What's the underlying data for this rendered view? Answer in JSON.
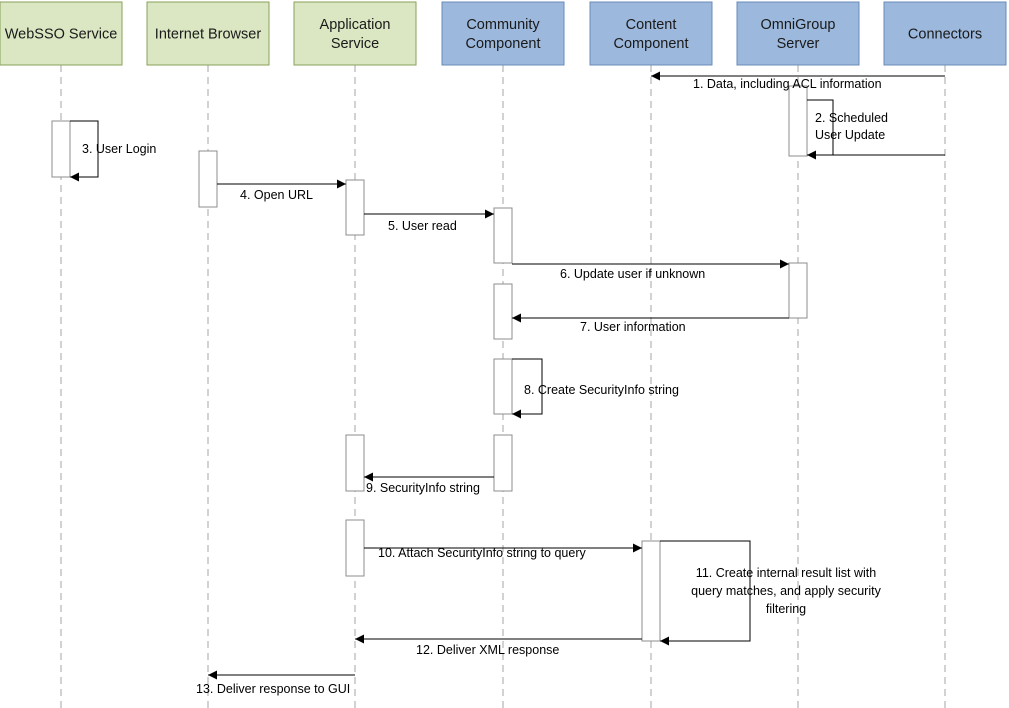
{
  "colors": {
    "green_fill": "#dbe7c2",
    "green_stroke": "#8aa05a",
    "blue_fill": "#9cb8dc",
    "blue_stroke": "#6a8bb8"
  },
  "actors": [
    {
      "id": "websso",
      "lines": [
        "WebSSO Service"
      ],
      "style": "green"
    },
    {
      "id": "browser",
      "lines": [
        "Internet Browser"
      ],
      "style": "green"
    },
    {
      "id": "appsvc",
      "lines": [
        "Application",
        "Service"
      ],
      "style": "green"
    },
    {
      "id": "community",
      "lines": [
        "Community",
        "Component"
      ],
      "style": "blue"
    },
    {
      "id": "content",
      "lines": [
        "Content",
        "Component"
      ],
      "style": "blue"
    },
    {
      "id": "omni",
      "lines": [
        "OmniGroup",
        "Server"
      ],
      "style": "blue"
    },
    {
      "id": "connectors",
      "lines": [
        "Connectors"
      ],
      "style": "blue"
    }
  ],
  "messages": [
    {
      "n": 1,
      "lines": [
        "1. Data, including ACL information"
      ]
    },
    {
      "n": 2,
      "lines": [
        "2. Scheduled",
        "User Update"
      ]
    },
    {
      "n": 3,
      "lines": [
        "3. User Login"
      ]
    },
    {
      "n": 4,
      "lines": [
        "4. Open URL"
      ]
    },
    {
      "n": 5,
      "lines": [
        "5. User read"
      ]
    },
    {
      "n": 6,
      "lines": [
        "6. Update user if unknown"
      ]
    },
    {
      "n": 7,
      "lines": [
        "7. User information"
      ]
    },
    {
      "n": 8,
      "lines": [
        "8. Create SecurityInfo string"
      ]
    },
    {
      "n": 9,
      "lines": [
        "9. SecurityInfo string"
      ]
    },
    {
      "n": 10,
      "lines": [
        "10. Attach SecurityInfo string to query"
      ]
    },
    {
      "n": 11,
      "lines": [
        "11. Create internal result list with",
        "query matches, and apply security",
        "filtering"
      ]
    },
    {
      "n": 12,
      "lines": [
        "12. Deliver XML response"
      ]
    },
    {
      "n": 13,
      "lines": [
        "13. Deliver response to GUI"
      ]
    }
  ]
}
